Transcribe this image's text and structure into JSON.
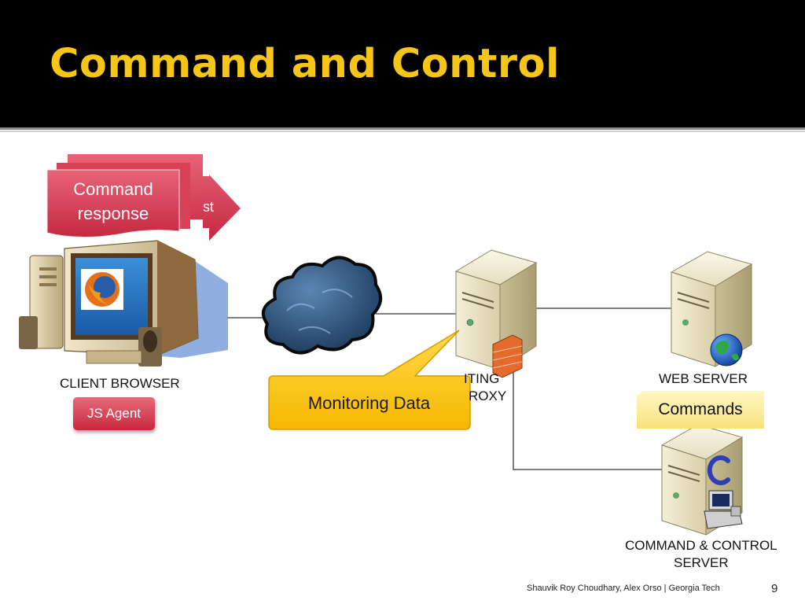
{
  "title": "Command and Control",
  "labels": {
    "client_browser": "CLIENT BROWSER",
    "js_agent": "JS Agent",
    "web_server": "WEB SERVER",
    "cc_server_line1": "COMMAND & CONTROL",
    "cc_server_line2": "SERVER",
    "proxy_line1": "ITING",
    "proxy_line2": "ROXY"
  },
  "callouts": {
    "monitoring_data": "Monitoring Data",
    "commands": "Commands",
    "command_response": "Command response",
    "request_partial": "st"
  },
  "footer": {
    "credit": "Shauvik Roy Choudhary, Alex Orso  |  Georgia Tech",
    "page_number": "9"
  },
  "colors": {
    "title": "#f5c518",
    "title_bar": "#000000",
    "red_card": "#d63b50",
    "callout_yellow": "#ffc200"
  }
}
